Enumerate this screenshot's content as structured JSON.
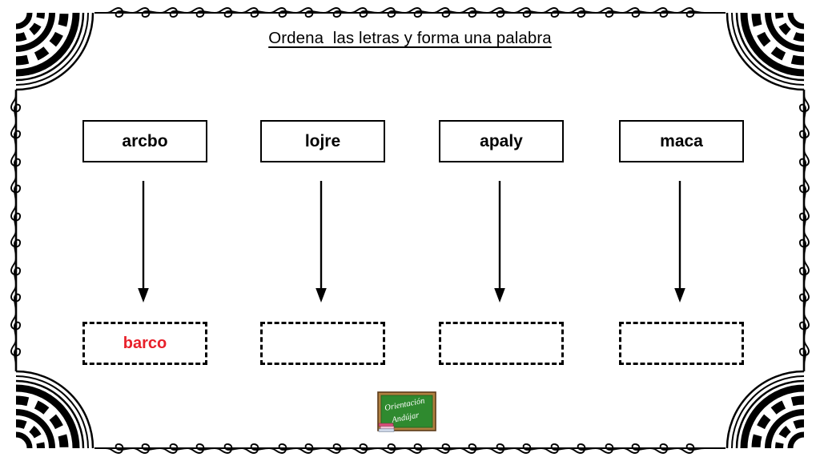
{
  "page": {
    "title": "Ordena  las letras y forma una palabra",
    "background_color": "#ffffff",
    "text_color": "#000000",
    "answer_color": "#e8202a",
    "border_color": "#000000"
  },
  "columns": [
    {
      "scrambled": "arcbo",
      "answer": "barco",
      "arrow": "down-arrow-icon"
    },
    {
      "scrambled": "lojre",
      "answer": "",
      "arrow": "down-arrow-icon"
    },
    {
      "scrambled": "apaly",
      "answer": "",
      "arrow": "down-arrow-icon"
    },
    {
      "scrambled": "maca",
      "answer": "",
      "arrow": "down-arrow-icon"
    }
  ],
  "logo": {
    "line1": "Orientación",
    "line2": "Andújar",
    "board_color": "#2f8a2f",
    "frame_color": "#b08040",
    "text_color": "#ffffff"
  },
  "frame": {
    "style": "ornamental-swirl-border",
    "corner_motif": "quarter-fan-arcs"
  }
}
